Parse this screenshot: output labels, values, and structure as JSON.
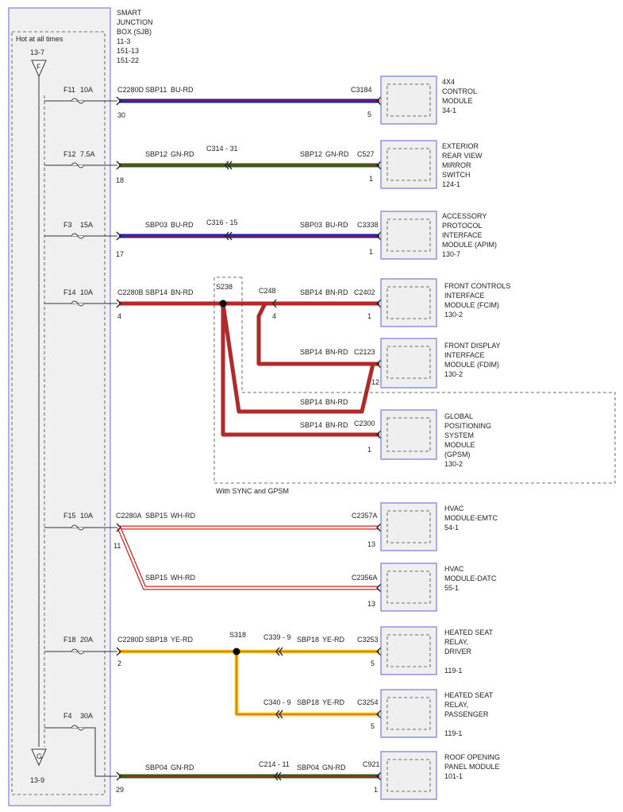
{
  "sjb": {
    "title_lines": [
      "SMART",
      "JUNCTION",
      "BOX (SJB)",
      "11-3",
      "151-13",
      "151-22"
    ],
    "hot_label": "Hot at all times",
    "top_ref": "13-7",
    "top_letter": "F",
    "bottom_letter": "G",
    "bottom_ref": "13-9"
  },
  "colors": {
    "BU": "#1a1aa8",
    "GN": "#2f5a14",
    "BN": "#b02a2a",
    "WH": "#ffffff",
    "RD": "#d42020",
    "YE": "#f0d020",
    "box_fill": "#efefef",
    "box_border": "#7a7ad8"
  },
  "circuits": [
    {
      "fuse": "F11",
      "amps": "10A",
      "connector": "C2280D",
      "pin": "30",
      "circuit": "SBP11",
      "color_code": "BU-RD"
    },
    {
      "fuse": "F12",
      "amps": "7.5A",
      "connector": "",
      "pin": "18",
      "circuit": "SBP12",
      "color_code": "GN-RD"
    },
    {
      "fuse": "F3",
      "amps": "15A",
      "connector": "",
      "pin": "17",
      "circuit": "SBP03",
      "color_code": "BU-RD"
    },
    {
      "fuse": "F14",
      "amps": "10A",
      "connector": "C2280B",
      "pin": "4",
      "circuit": "SBP14",
      "color_code": "BN-RD"
    },
    {
      "fuse": "F15",
      "amps": "10A",
      "connector": "C2280A",
      "pin": "11",
      "circuit": "SBP15",
      "color_code": "WH-RD"
    },
    {
      "fuse": "F18",
      "amps": "20A",
      "connector": "C2280D",
      "pin": "2",
      "circuit": "SBP18",
      "color_code": "YE-RD"
    },
    {
      "fuse": "F4",
      "amps": "30A",
      "connector": "",
      "pin": "29",
      "circuit": "SBP04",
      "color_code": "GN-RD"
    }
  ],
  "inline_connectors": [
    {
      "label": "C314 - 31"
    },
    {
      "label": "C316 - 15"
    },
    {
      "label": "C248",
      "pin": "4"
    },
    {
      "label": "C339 - 9"
    },
    {
      "label": "C340 - 9"
    },
    {
      "label": "C214 - 11"
    }
  ],
  "splices": [
    {
      "label": "S238"
    },
    {
      "label": "S318"
    }
  ],
  "wire_labels": [
    {
      "circuit": "SBP12",
      "color_code": "GN-RD"
    },
    {
      "circuit": "SBP03",
      "color_code": "BU-RD"
    },
    {
      "circuit": "SBP14",
      "color_code": "BN-RD"
    },
    {
      "circuit": "SBP14",
      "color_code": "BN-RD"
    },
    {
      "circuit": "SBP14",
      "color_code": "BN-RD"
    },
    {
      "circuit": "SBP14",
      "color_code": "BN-RD"
    },
    {
      "circuit": "SBP15",
      "color_code": "WH-RD"
    },
    {
      "circuit": "SBP18",
      "color_code": "YE-RD"
    },
    {
      "circuit": "SBP18",
      "color_code": "YE-RD"
    },
    {
      "circuit": "SBP04",
      "color_code": "GN-RD"
    }
  ],
  "modules": [
    {
      "connector": "C3184",
      "pin": "5",
      "lines": [
        "4X4",
        "CONTROL",
        "MODULE",
        "34-1"
      ]
    },
    {
      "connector": "C527",
      "pin": "1",
      "lines": [
        "EXTERIOR",
        "REAR VIEW",
        "MIRROR",
        "SWITCH",
        "124-1"
      ]
    },
    {
      "connector": "C3338",
      "pin": "1",
      "lines": [
        "ACCESSORY",
        "PROTOCOL",
        "INTERFACE",
        "MODULE (APIM)",
        "130-7"
      ]
    },
    {
      "connector": "C2402",
      "pin": "1",
      "lines": [
        "FRONT CONTROLS",
        "INTERFACE",
        "MODULE (FCIM)",
        "130-2"
      ]
    },
    {
      "connector": "C2123",
      "pin": "12",
      "lines": [
        "FRONT DISPLAY",
        "INTERFACE",
        "MODULE (FDIM)",
        "130-2"
      ]
    },
    {
      "connector": "C2300",
      "pin": "1",
      "lines": [
        "GLOBAL",
        "POSITIONING",
        "SYSTEM",
        "MODULE",
        "(GPSM)",
        "130-2"
      ]
    },
    {
      "connector": "C2357A",
      "pin": "13",
      "lines": [
        "HVAC",
        "MODULE-EMTC",
        "54-1"
      ]
    },
    {
      "connector": "C2356A",
      "pin": "13",
      "lines": [
        "HVAC",
        "MODULE-DATC",
        "55-1"
      ]
    },
    {
      "connector": "C3253",
      "pin": "5",
      "lines": [
        "HEATED SEAT",
        "RELAY,",
        "DRIVER",
        "119-1"
      ]
    },
    {
      "connector": "C3254",
      "pin": "5",
      "lines": [
        "HEATED SEAT",
        "RELAY,",
        "PASSENGER",
        "119-1"
      ]
    },
    {
      "connector": "C921",
      "pin": "1",
      "lines": [
        "ROOF OPENING",
        "PANEL MODULE",
        "101-1"
      ]
    }
  ],
  "option_note": "With SYNC and GPSM"
}
